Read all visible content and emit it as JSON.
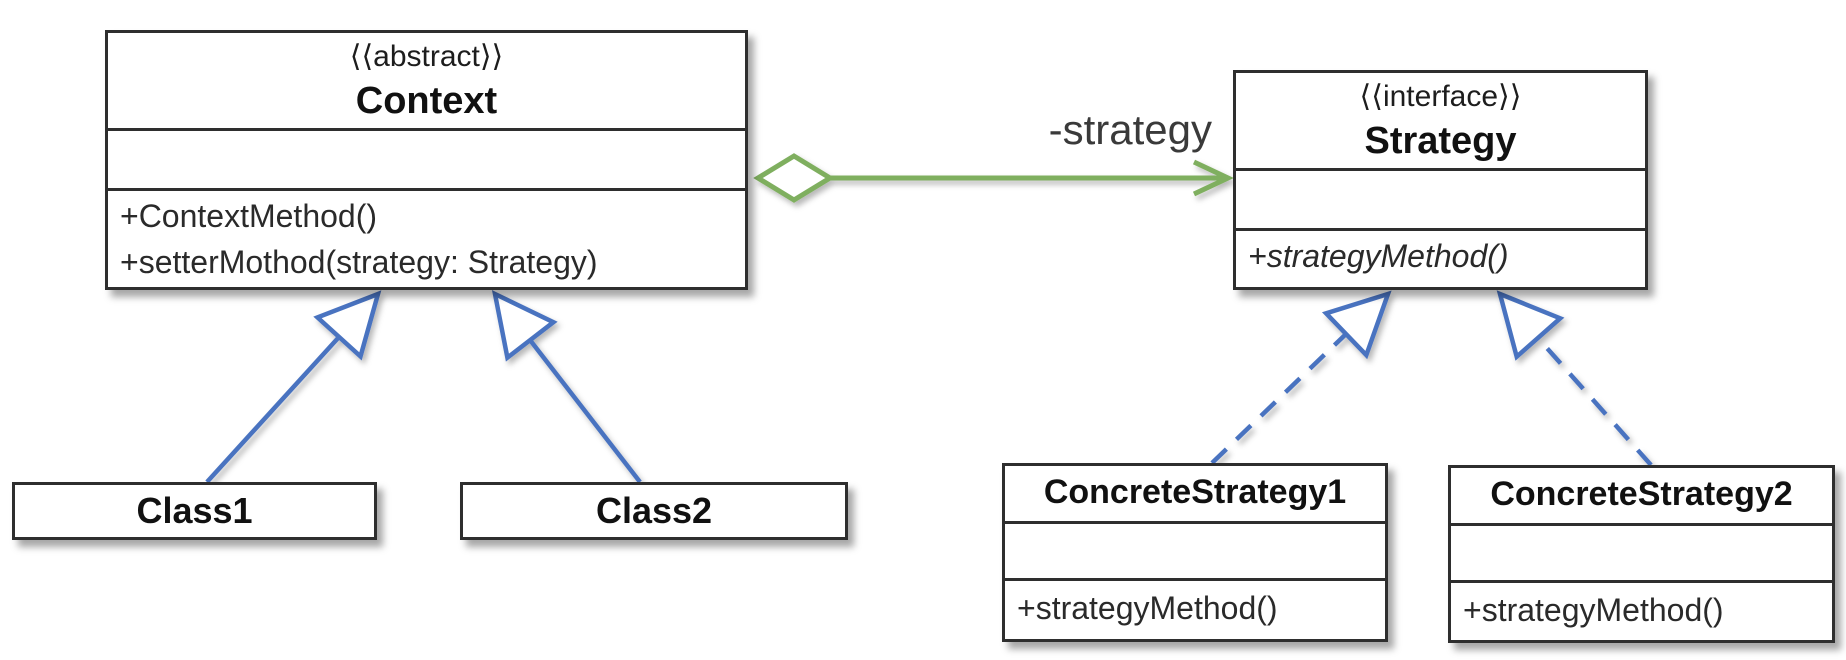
{
  "classes": {
    "context": {
      "stereotype": "⟨⟨abstract⟩⟩",
      "name": "Context",
      "methods": [
        "+ContextMethod()",
        "+setterMothod(strategy: Strategy)"
      ]
    },
    "strategy": {
      "stereotype": "⟨⟨interface⟩⟩",
      "name": "Strategy",
      "methods": [
        "+strategyMethod()"
      ]
    },
    "class1": {
      "name": "Class1"
    },
    "class2": {
      "name": "Class2"
    },
    "concrete1": {
      "name": "ConcreteStrategy1",
      "methods": [
        "+strategyMethod()"
      ]
    },
    "concrete2": {
      "name": "ConcreteStrategy2",
      "methods": [
        "+strategyMethod()"
      ]
    }
  },
  "relations": {
    "aggregation_label": "-strategy",
    "aggregation": "Context ◇→ Strategy",
    "inheritance": [
      "Class1 → Context",
      "Class2 → Context"
    ],
    "realization": [
      "ConcreteStrategy1 ⇢ Strategy",
      "ConcreteStrategy2 ⇢ Strategy"
    ]
  },
  "colors": {
    "aggregation_green": "#7faf5e",
    "inheritance_blue": "#4a73c0",
    "box_border": "#2e2e2e",
    "background": "#ffffff"
  }
}
